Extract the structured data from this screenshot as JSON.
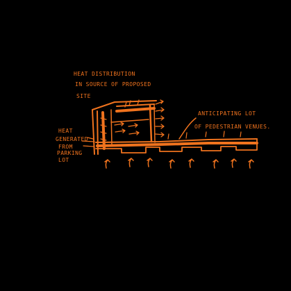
{
  "colors": {
    "background": "#000000",
    "ink": "#f0731e"
  },
  "annotations": {
    "heat_distribution": [
      "HEAT DISTRIBUTION",
      "IN SOURCE OF PROPOSED",
      "SITE"
    ],
    "heat_generated": [
      "HEAT",
      "GENERATED",
      "FROM",
      "PARKING",
      "LOT"
    ],
    "pedestrian_line": [
      "ANTICIPATING LOT",
      "OF PEDESTRIAN VENUES."
    ]
  }
}
